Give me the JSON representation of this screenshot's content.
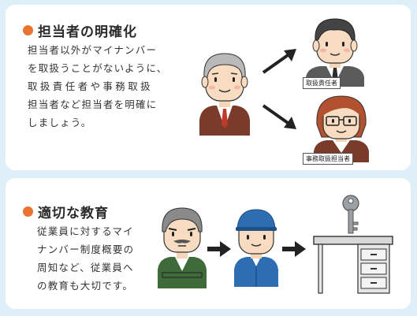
{
  "section1": {
    "heading": "担当者の明確化",
    "lines": [
      "担当者以外がマイナンバー",
      "を取扱うことがないように、",
      "取扱責任者や事務取扱",
      "担当者など担当者を明確に",
      "しましょう。"
    ],
    "label_manager": "取扱責任者",
    "label_clerk": "事務取扱担当者"
  },
  "section2": {
    "heading": "適切な教育",
    "lines": [
      "従業員に対するマイ",
      "ナンバー制度概要の",
      "周知など、従業員へ",
      "の教育も大切です。"
    ]
  },
  "colors": {
    "background": "#dfeff7",
    "card": "#ffffff",
    "bullet": "#e9742f",
    "suit_brown": "#7a3b2a",
    "suit_gray": "#5a5a5a",
    "suit_green": "#3f6b3a",
    "uniform_blue": "#2f6db3",
    "tie_red": "#c0392b",
    "key_gray": "#9aa0a4",
    "desk_gray": "#d8d8d8"
  },
  "icons": [
    "arrow-icon",
    "key-icon",
    "desk-icon",
    "person-icon"
  ]
}
